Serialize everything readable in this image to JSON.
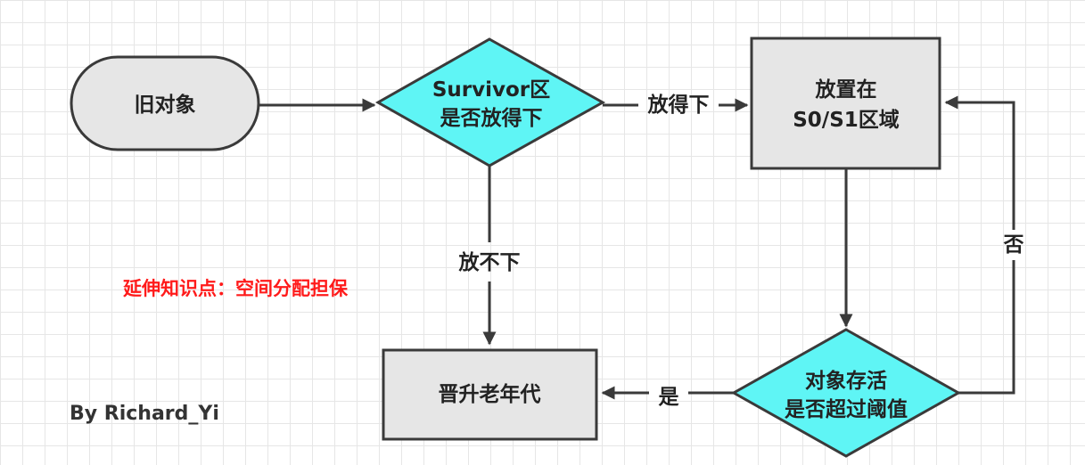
{
  "nodes": {
    "old_object": {
      "label": "旧对象"
    },
    "survivor_check": {
      "line1": "Survivor区",
      "line2": "是否放得下"
    },
    "place_s0s1": {
      "line1": "放置在",
      "line2": "S0/S1区域"
    },
    "age_check": {
      "line1": "对象存活",
      "line2": "是否超过阈值"
    },
    "promote_old": {
      "label": "晋升老年代"
    }
  },
  "edges": {
    "fits": "放得下",
    "not_fit": "放不下",
    "no": "否",
    "yes": "是"
  },
  "note": "延伸知识点：空间分配担保",
  "author": "By Richard_Yi",
  "colors": {
    "decision_fill": "#5ff5f5",
    "process_fill": "#e6e6e6",
    "note_text": "#ff1a1a"
  }
}
